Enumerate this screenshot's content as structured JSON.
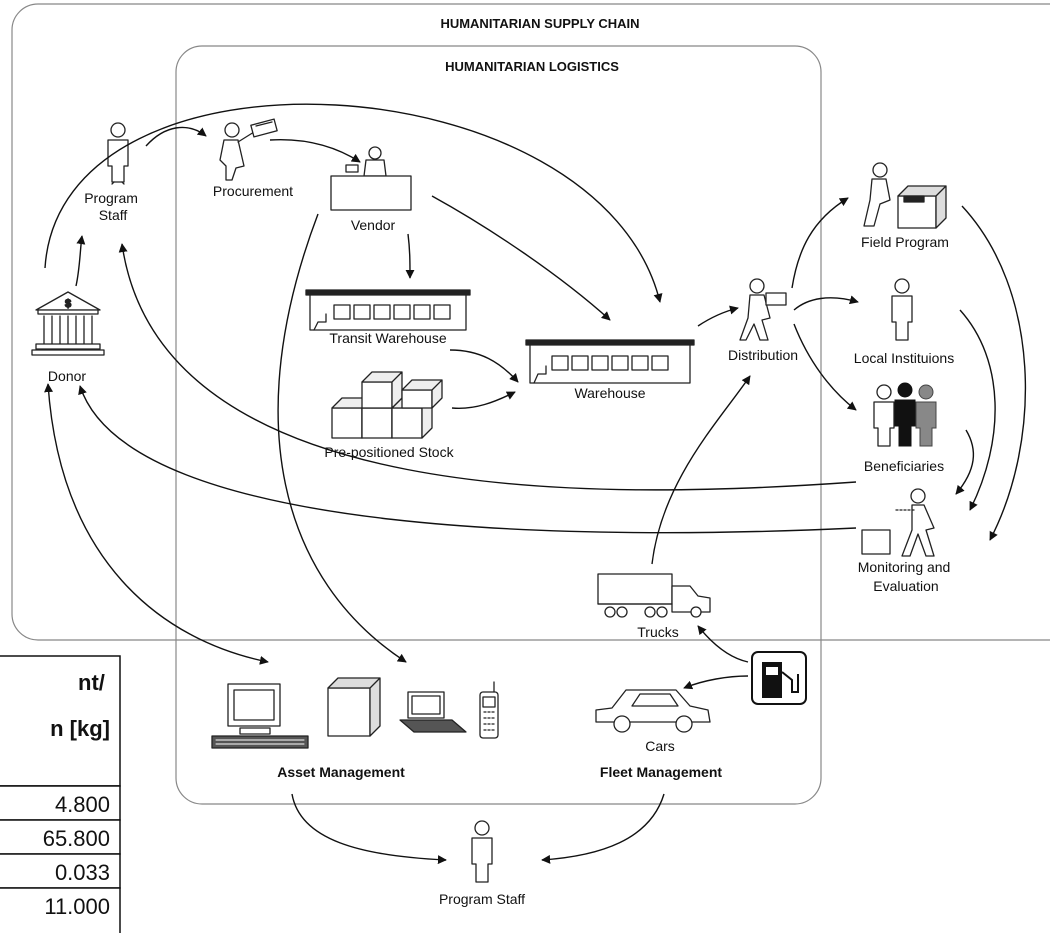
{
  "titles": {
    "supply_chain": "HUMANITARIAN SUPPLY CHAIN",
    "logistics": "HUMANITARIAN LOGISTICS"
  },
  "nodes": {
    "program_staff_top": "Program\nStaff",
    "procurement": "Procurement",
    "vendor": "Vendor",
    "transit_warehouse": "Transit Warehouse",
    "pre_positioned_stock": "Pre-positioned Stock",
    "warehouse": "Warehouse",
    "distribution": "Distribution",
    "field_program": "Field Program",
    "local_institutions": "Local Instituions",
    "beneficiaries": "Beneficiaries",
    "monitoring_evaluation": "Monitoring and\nEvaluation",
    "donor": "Donor",
    "trucks": "Trucks",
    "cars": "Cars",
    "fleet_management": "Fleet Management",
    "asset_management": "Asset Management",
    "program_staff_bottom": "Program Staff"
  },
  "table_fragment": {
    "header_line1": "nt/",
    "header_line2": "n [kg]",
    "values": [
      "4.800",
      "65.800",
      "0.033",
      "11.000"
    ]
  }
}
